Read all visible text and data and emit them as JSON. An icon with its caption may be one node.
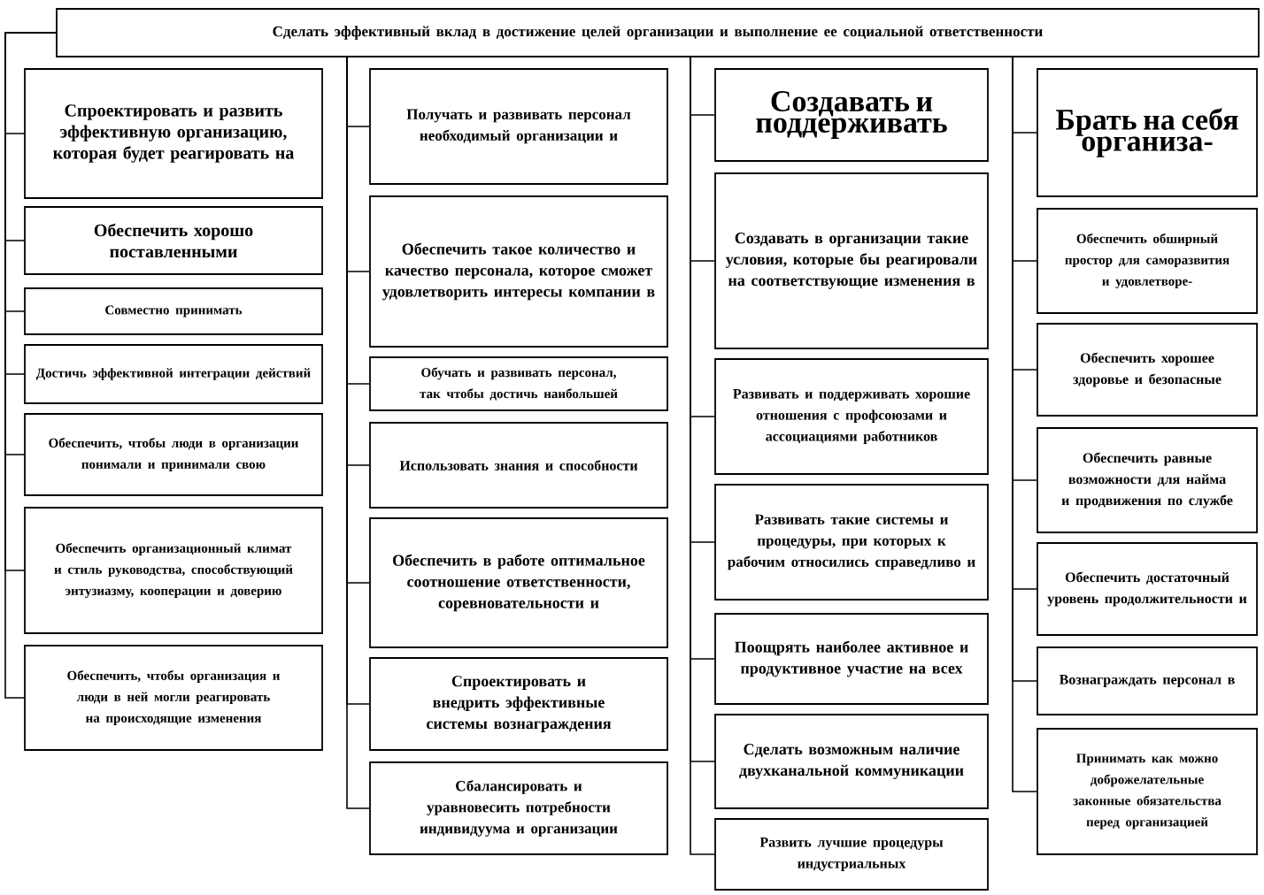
{
  "diagram": {
    "nodes": [
      {
        "text": [
          "Сделать эффективный вклад в достижение целей организации и выполнение ее социальной ответственности"
        ]
      },
      {
        "text": [
          "Спроектировать и развить эффективную организацию, которая будет реагировать на"
        ]
      },
      {
        "text": [
          "Обеспечить хорошо поставленными"
        ]
      },
      {
        "text": [
          "Совместно принимать"
        ]
      },
      {
        "text": [
          "Достичь эффективной интеграции действий"
        ]
      },
      {
        "text": [
          "Обеспечить, чтобы люди в организации понимали и принимали свою"
        ]
      },
      {
        "text": [
          "Обеспечить организационный климат и стиль руководства, способствующий энтузиазму, кооперации и доверию"
        ]
      },
      {
        "text": [
          "Обеспечить, чтобы организация и люди в ней могли реагировать на происходящие изменения"
        ]
      },
      {
        "text": [
          "Получать и развивать персонал необходимый организации и"
        ]
      },
      {
        "text": [
          "Обеспечить такое количество и качество персонала, которое сможет удовлетворить интересы компании в"
        ]
      },
      {
        "text": [
          "Обучать и развивать персонал, так чтобы достичь наибольшей"
        ]
      },
      {
        "text": [
          "Использовать знания и способности"
        ]
      },
      {
        "text": [
          "Обеспечить в работе оптимальное соотношение ответственности, соревновательности и"
        ]
      },
      {
        "text": [
          "Спроектировать и внедрить эффективные системы вознаграждения"
        ]
      },
      {
        "text": [
          "Сбалансировать и уравновесить потребности индивидуума и организации"
        ]
      },
      {
        "text": [
          "Создавать и поддерживать"
        ]
      },
      {
        "text": [
          "Создавать в организации такие условия, которые бы реагировали на соответствующие изменения в"
        ]
      },
      {
        "text": [
          "Развивать и поддерживать хорошие отношения с профсоюзами и ассоциациями работников"
        ]
      },
      {
        "text": [
          "Развивать такие системы и процедуры, при которых к рабочим относились справедливо и"
        ]
      },
      {
        "text": [
          "Поощрять наиболее активное и продуктивное участие на всех"
        ]
      },
      {
        "text": [
          "Сделать возможным наличие двухканальной коммуникации"
        ]
      },
      {
        "text": [
          "Развить лучшие процедуры индустриальных"
        ]
      },
      {
        "text": [
          "Брать на себя организа-"
        ]
      },
      {
        "text": [
          "Обеспечить обширный простор для саморазвития и удовлетворе-"
        ]
      },
      {
        "text": [
          "Обеспечить хорошее здоровье и безопасные"
        ]
      },
      {
        "text": [
          "Обеспечить равные возможности для найма и продвижения по службе"
        ]
      },
      {
        "text": [
          "Обеспечить достаточный уровень продолжительности и"
        ]
      },
      {
        "text": [
          "Вознаграждать персонал в"
        ]
      },
      {
        "text": [
          "Принимать как можно доброжелательные законные обязательства перед организацией"
        ]
      }
    ],
    "edges": [
      {
        "from": 0,
        "to": 1,
        "arrow": "none"
      },
      {
        "from": 0,
        "to": 2,
        "arrow": "none"
      },
      {
        "from": 0,
        "to": 3,
        "arrow": "none"
      },
      {
        "from": 0,
        "to": 4,
        "arrow": "none"
      },
      {
        "from": 0,
        "to": 5,
        "arrow": "none"
      },
      {
        "from": 0,
        "to": 6,
        "arrow": "none"
      },
      {
        "from": 0,
        "to": 7,
        "arrow": "none"
      },
      {
        "from": 0,
        "to": 8,
        "arrow": "none"
      },
      {
        "from": 0,
        "to": 9,
        "arrow": "none"
      },
      {
        "from": 0,
        "to": 10,
        "arrow": "none"
      },
      {
        "from": 0,
        "to": 11,
        "arrow": "none"
      },
      {
        "from": 0,
        "to": 12,
        "arrow": "none"
      },
      {
        "from": 0,
        "to": 13,
        "arrow": "none"
      },
      {
        "from": 0,
        "to": 14,
        "arrow": "none"
      },
      {
        "from": 0,
        "to": 15,
        "arrow": "none"
      },
      {
        "from": 0,
        "to": 16,
        "arrow": "none"
      },
      {
        "from": 0,
        "to": 17,
        "arrow": "none"
      },
      {
        "from": 0,
        "to": 18,
        "arrow": "none"
      },
      {
        "from": 0,
        "to": 19,
        "arrow": "none"
      },
      {
        "from": 0,
        "to": 20,
        "arrow": "none"
      },
      {
        "from": 0,
        "to": 21,
        "arrow": "none"
      },
      {
        "from": 0,
        "to": 22,
        "arrow": "none"
      },
      {
        "from": 0,
        "to": 23,
        "arrow": "none"
      },
      {
        "from": 0,
        "to": 24,
        "arrow": "none"
      },
      {
        "from": 0,
        "to": 25,
        "arrow": "none"
      },
      {
        "from": 0,
        "to": 26,
        "arrow": "none"
      },
      {
        "from": 0,
        "to": 27,
        "arrow": "none"
      },
      {
        "from": 0,
        "to": 28,
        "arrow": "none"
      }
    ]
  }
}
